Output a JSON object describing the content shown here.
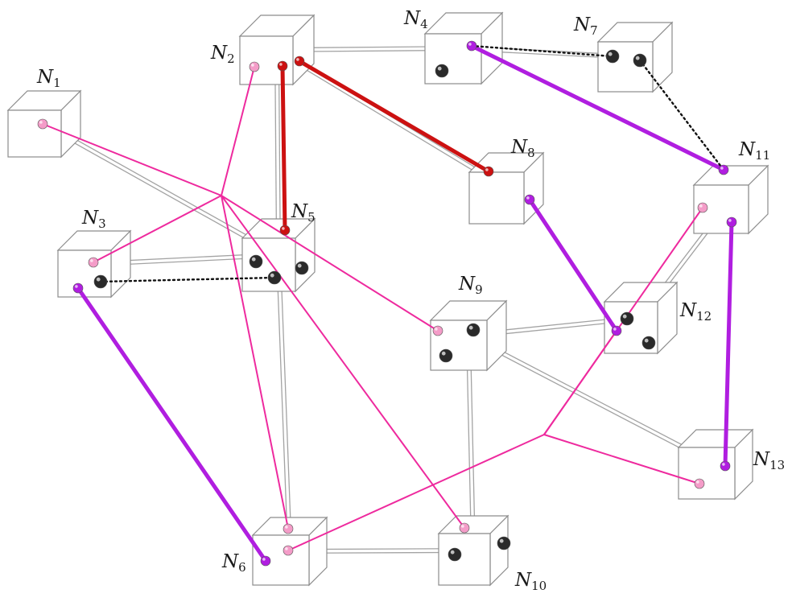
{
  "colors": {
    "pink_line": "#ee2a9e",
    "pink_port": "#f49cc8",
    "purple": "#b01ee0",
    "red": "#cc1111",
    "black_port": "#2a2a2a",
    "dotted": "#111111",
    "fiber": "#a3a3a3"
  },
  "nodes": [
    {
      "id": "N1",
      "letter": "N",
      "sub": "1"
    },
    {
      "id": "N2",
      "letter": "N",
      "sub": "2"
    },
    {
      "id": "N3",
      "letter": "N",
      "sub": "3"
    },
    {
      "id": "N4",
      "letter": "N",
      "sub": "4"
    },
    {
      "id": "N5",
      "letter": "N",
      "sub": "5"
    },
    {
      "id": "N6",
      "letter": "N",
      "sub": "6"
    },
    {
      "id": "N7",
      "letter": "N",
      "sub": "7"
    },
    {
      "id": "N8",
      "letter": "N",
      "sub": "8"
    },
    {
      "id": "N9",
      "letter": "N",
      "sub": "9"
    },
    {
      "id": "N10",
      "letter": "N",
      "sub": "10"
    },
    {
      "id": "N11",
      "letter": "N",
      "sub": "11"
    },
    {
      "id": "N12",
      "letter": "N",
      "sub": "12"
    },
    {
      "id": "N13",
      "letter": "N",
      "sub": "13"
    }
  ],
  "fiber_links": [
    [
      "N1",
      "N5"
    ],
    [
      "N2",
      "N4"
    ],
    [
      "N2",
      "N5"
    ],
    [
      "N2",
      "N8"
    ],
    [
      "N4",
      "N7"
    ],
    [
      "N3",
      "N5"
    ],
    [
      "N5",
      "N6"
    ],
    [
      "N6",
      "N10"
    ],
    [
      "N9",
      "N10"
    ],
    [
      "N9",
      "N12"
    ],
    [
      "N9",
      "N13"
    ],
    [
      "N11",
      "N12"
    ]
  ],
  "pink_trees": [
    {
      "hub": "N2-N1-N3-N6-N9-N10",
      "members": [
        "N2",
        "N1",
        "N3",
        "N6",
        "N9",
        "N10"
      ]
    },
    {
      "hub": "N6-N11-N12-N13",
      "members": [
        "N6",
        "N11",
        "N12",
        "N13"
      ]
    }
  ],
  "purple_links": [
    [
      "N4",
      "N11"
    ],
    [
      "N8",
      "N12"
    ],
    [
      "N11",
      "N13"
    ],
    [
      "N3",
      "N6"
    ]
  ],
  "red_links": [
    [
      "N2",
      "N5"
    ],
    [
      "N2",
      "N8"
    ]
  ],
  "dotted_links": [
    [
      "N4",
      "N7"
    ],
    [
      "N7",
      "N11"
    ],
    [
      "N3",
      "N5"
    ]
  ]
}
